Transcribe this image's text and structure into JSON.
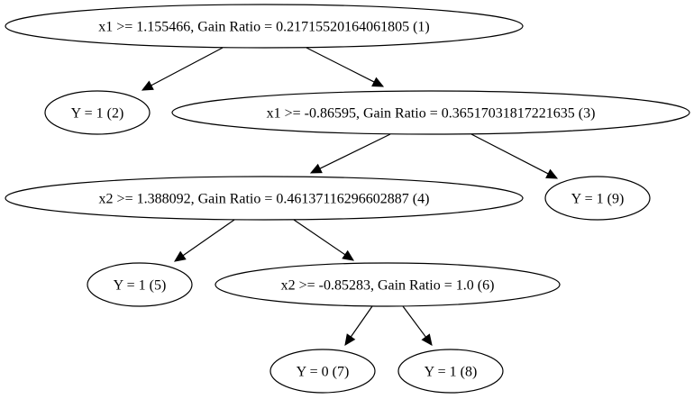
{
  "nodes": [
    {
      "id": "n1",
      "label": "x1 >= 1.155466, Gain Ratio = 0.21715520164061805 (1)"
    },
    {
      "id": "n2",
      "label": "Y = 1 (2)"
    },
    {
      "id": "n3",
      "label": "x1 >= -0.86595, Gain Ratio = 0.36517031817221635 (3)"
    },
    {
      "id": "n4",
      "label": "x2 >= 1.388092, Gain Ratio = 0.46137116296602887 (4)"
    },
    {
      "id": "n9",
      "label": "Y = 1 (9)"
    },
    {
      "id": "n5",
      "label": "Y = 1 (5)"
    },
    {
      "id": "n6",
      "label": "x2 >= -0.85283, Gain Ratio = 1.0 (6)"
    },
    {
      "id": "n7",
      "label": "Y = 0 (7)"
    },
    {
      "id": "n8",
      "label": "Y = 1 (8)"
    }
  ],
  "edges": [
    {
      "from": "n1",
      "to": "n2"
    },
    {
      "from": "n1",
      "to": "n3"
    },
    {
      "from": "n3",
      "to": "n4"
    },
    {
      "from": "n3",
      "to": "n9"
    },
    {
      "from": "n4",
      "to": "n5"
    },
    {
      "from": "n4",
      "to": "n6"
    },
    {
      "from": "n6",
      "to": "n7"
    },
    {
      "from": "n6",
      "to": "n8"
    }
  ]
}
